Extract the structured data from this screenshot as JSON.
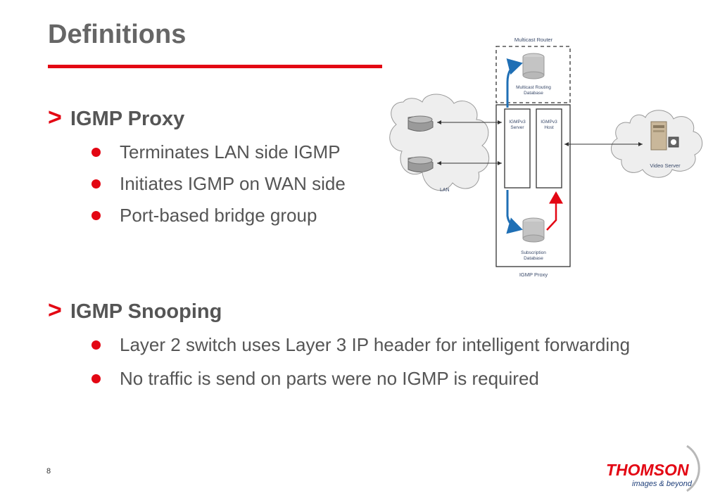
{
  "slide": {
    "title": "Definitions",
    "page_number": "8"
  },
  "sections": [
    {
      "marker": ">",
      "heading": "IGMP Proxy",
      "bullets": [
        "Terminates LAN side IGMP",
        "Initiates IGMP on WAN side",
        "Port-based bridge group"
      ]
    },
    {
      "marker": ">",
      "heading": "IGMP Snooping",
      "bullets": [
        "Layer 2 switch uses Layer 3 IP header for intelligent forwarding",
        "No traffic is send on parts were no IGMP is required"
      ]
    }
  ],
  "diagram": {
    "multicast_router_label": "Multicast Router",
    "routing_db_line1": "Multicast Routing",
    "routing_db_line2": "Database",
    "igmpv3_server_line1": "IGMPv3",
    "igmpv3_server_line2": "Server",
    "igmpv3_host_line1": "IGMPv3",
    "igmpv3_host_line2": "Host",
    "subscription_db_line1": "Subscription",
    "subscription_db_line2": "Database",
    "igmp_proxy_label": "IGMP Proxy",
    "lan_label": "LAN",
    "video_server_label": "Video Server"
  },
  "logo": {
    "brand": "THOMSON",
    "tagline": "images & beyond"
  },
  "colors": {
    "accent_red": "#e30613",
    "text_gray": "#555555",
    "arrow_blue": "#1f6fb5",
    "brand_blue": "#1f3f7a"
  }
}
